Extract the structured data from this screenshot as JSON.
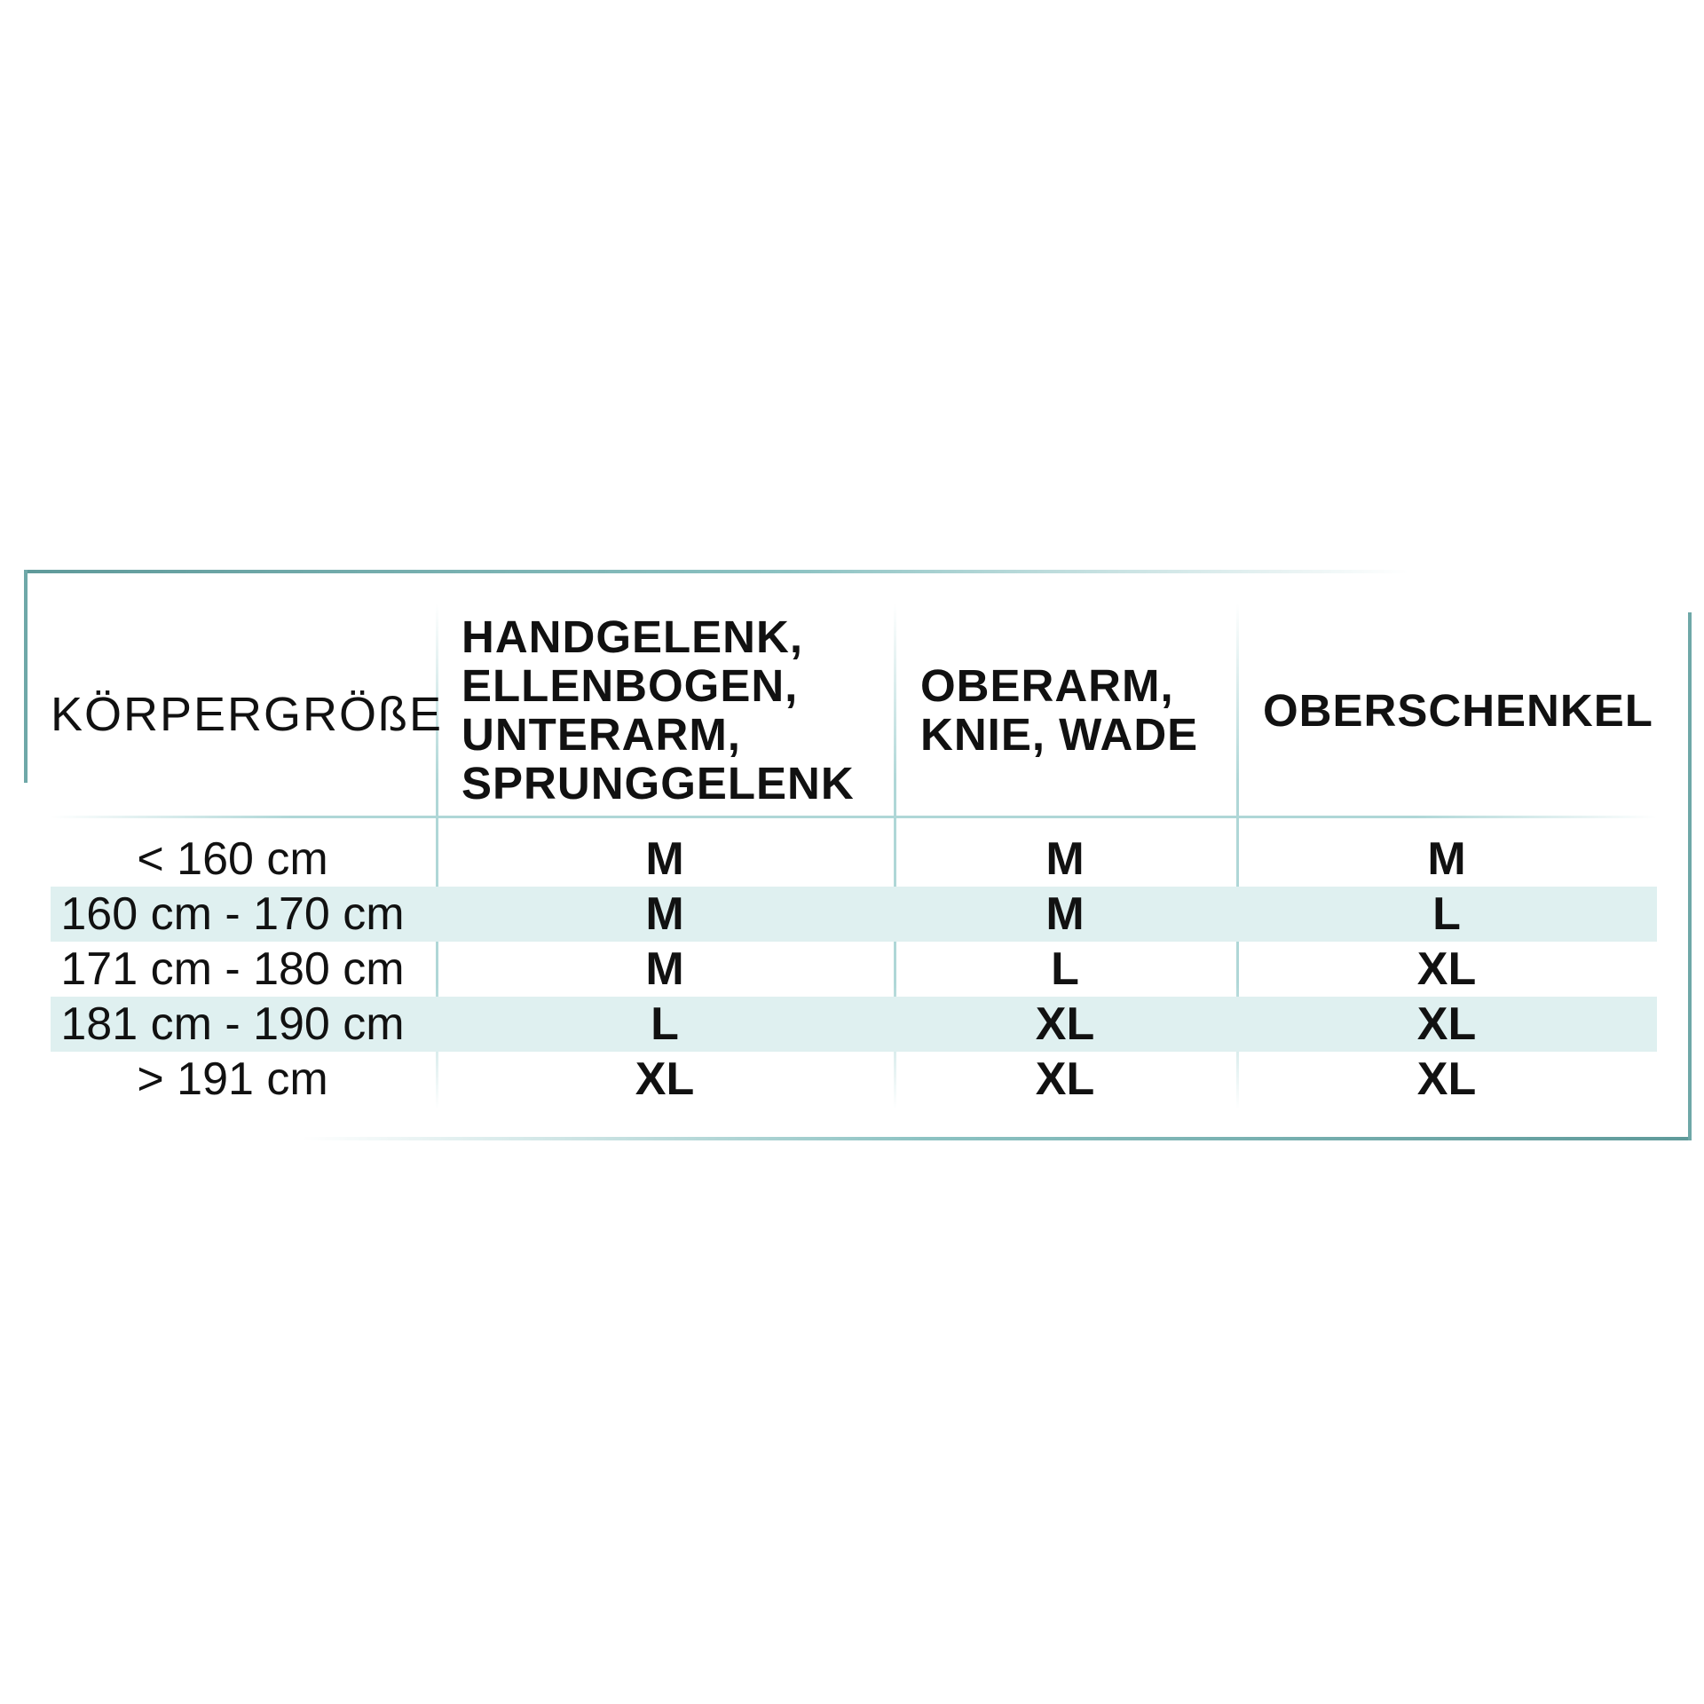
{
  "table": {
    "headers": {
      "size": "KÖRPERGRÖßE",
      "col1": "HANDGELENK,\nELLENBOGEN,\nUNTERARM,\nSPRUNGGELENK",
      "col2": "OBERARM,\nKNIE, WADE",
      "col3": "OBERSCHENKEL"
    },
    "rows": [
      {
        "size": "< 160 cm",
        "col1": "M",
        "col2": "M",
        "col3": "M"
      },
      {
        "size": "160 cm - 170 cm",
        "col1": "M",
        "col2": "M",
        "col3": "L"
      },
      {
        "size": "171 cm - 180 cm",
        "col1": "M",
        "col2": "L",
        "col3": "XL"
      },
      {
        "size": "181 cm - 190 cm",
        "col1": "L",
        "col2": "XL",
        "col3": "XL"
      },
      {
        "size": "> 191 cm",
        "col1": "XL",
        "col2": "XL",
        "col3": "XL"
      }
    ]
  },
  "colors": {
    "frame": "#6fa8a8",
    "divider": "#afd7d7",
    "row_shading": "#dff0f0",
    "text": "#111111"
  }
}
